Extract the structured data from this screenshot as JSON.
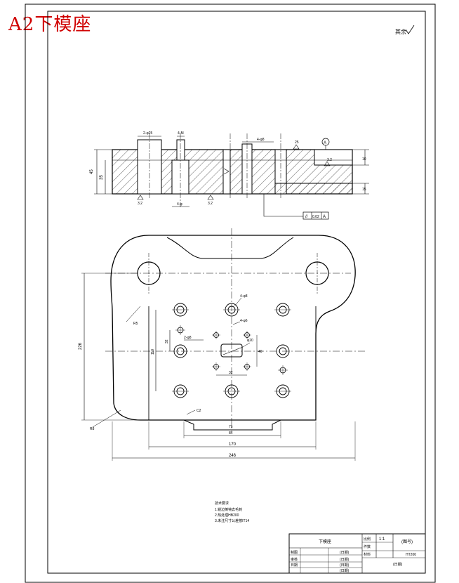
{
  "title": "A2下模座",
  "roughness_note": "其余",
  "section_view": {
    "dims": {
      "tl1": "2-φ25",
      "tl2": "4-M",
      "tr1": "4-φ8",
      "tr2": "25",
      "datum": "A",
      "left_height": "45",
      "left_inner": "35",
      "right_top": "10",
      "right_bottom": "15",
      "ra_bottom_left": "3.2",
      "ra_bottom_mid": "3.2",
      "ra_right": "3.2",
      "bottom_mid": "4-φ",
      "tolerance_flatness": "//",
      "tolerance_value": "0.02",
      "tolerance_datum": "A"
    }
  },
  "plan_view": {
    "dims": {
      "left_vertical": "226",
      "inner_vertical": "110",
      "small_vertical": "32",
      "total_width": "246",
      "middle_width": "170",
      "slot_width": "84",
      "slot_width2": "76",
      "radius_top": "R5",
      "radius_bottom": "R8",
      "chamfer": "C2",
      "hole_note_top": "4-φ8",
      "hole_note_mid": "4-φ6",
      "hole_note_left": "2-φ8",
      "slot_note": "φ20",
      "slot_dim_v": "40",
      "slot_dim_h": "32"
    }
  },
  "notes": {
    "heading": "技术要求",
    "line1": "1.锐边倒钝去毛刺",
    "line2": "2.热处理HB200",
    "line3": "3.未注尺寸公差按IT14"
  },
  "title_block": {
    "part_name": "下模座",
    "scale_label": "比例",
    "scale_value": "1:1",
    "qty_label": "件数",
    "material_label": "材料",
    "material_value": "HT200",
    "drawing_label": "(图号)",
    "row1": "制图",
    "row2": "审核",
    "row3": "日期",
    "cell1": "(日期)",
    "cell2": "(日期)",
    "cell3": "(日期)",
    "cell4": "(日期)",
    "cell5": "(日期)"
  }
}
